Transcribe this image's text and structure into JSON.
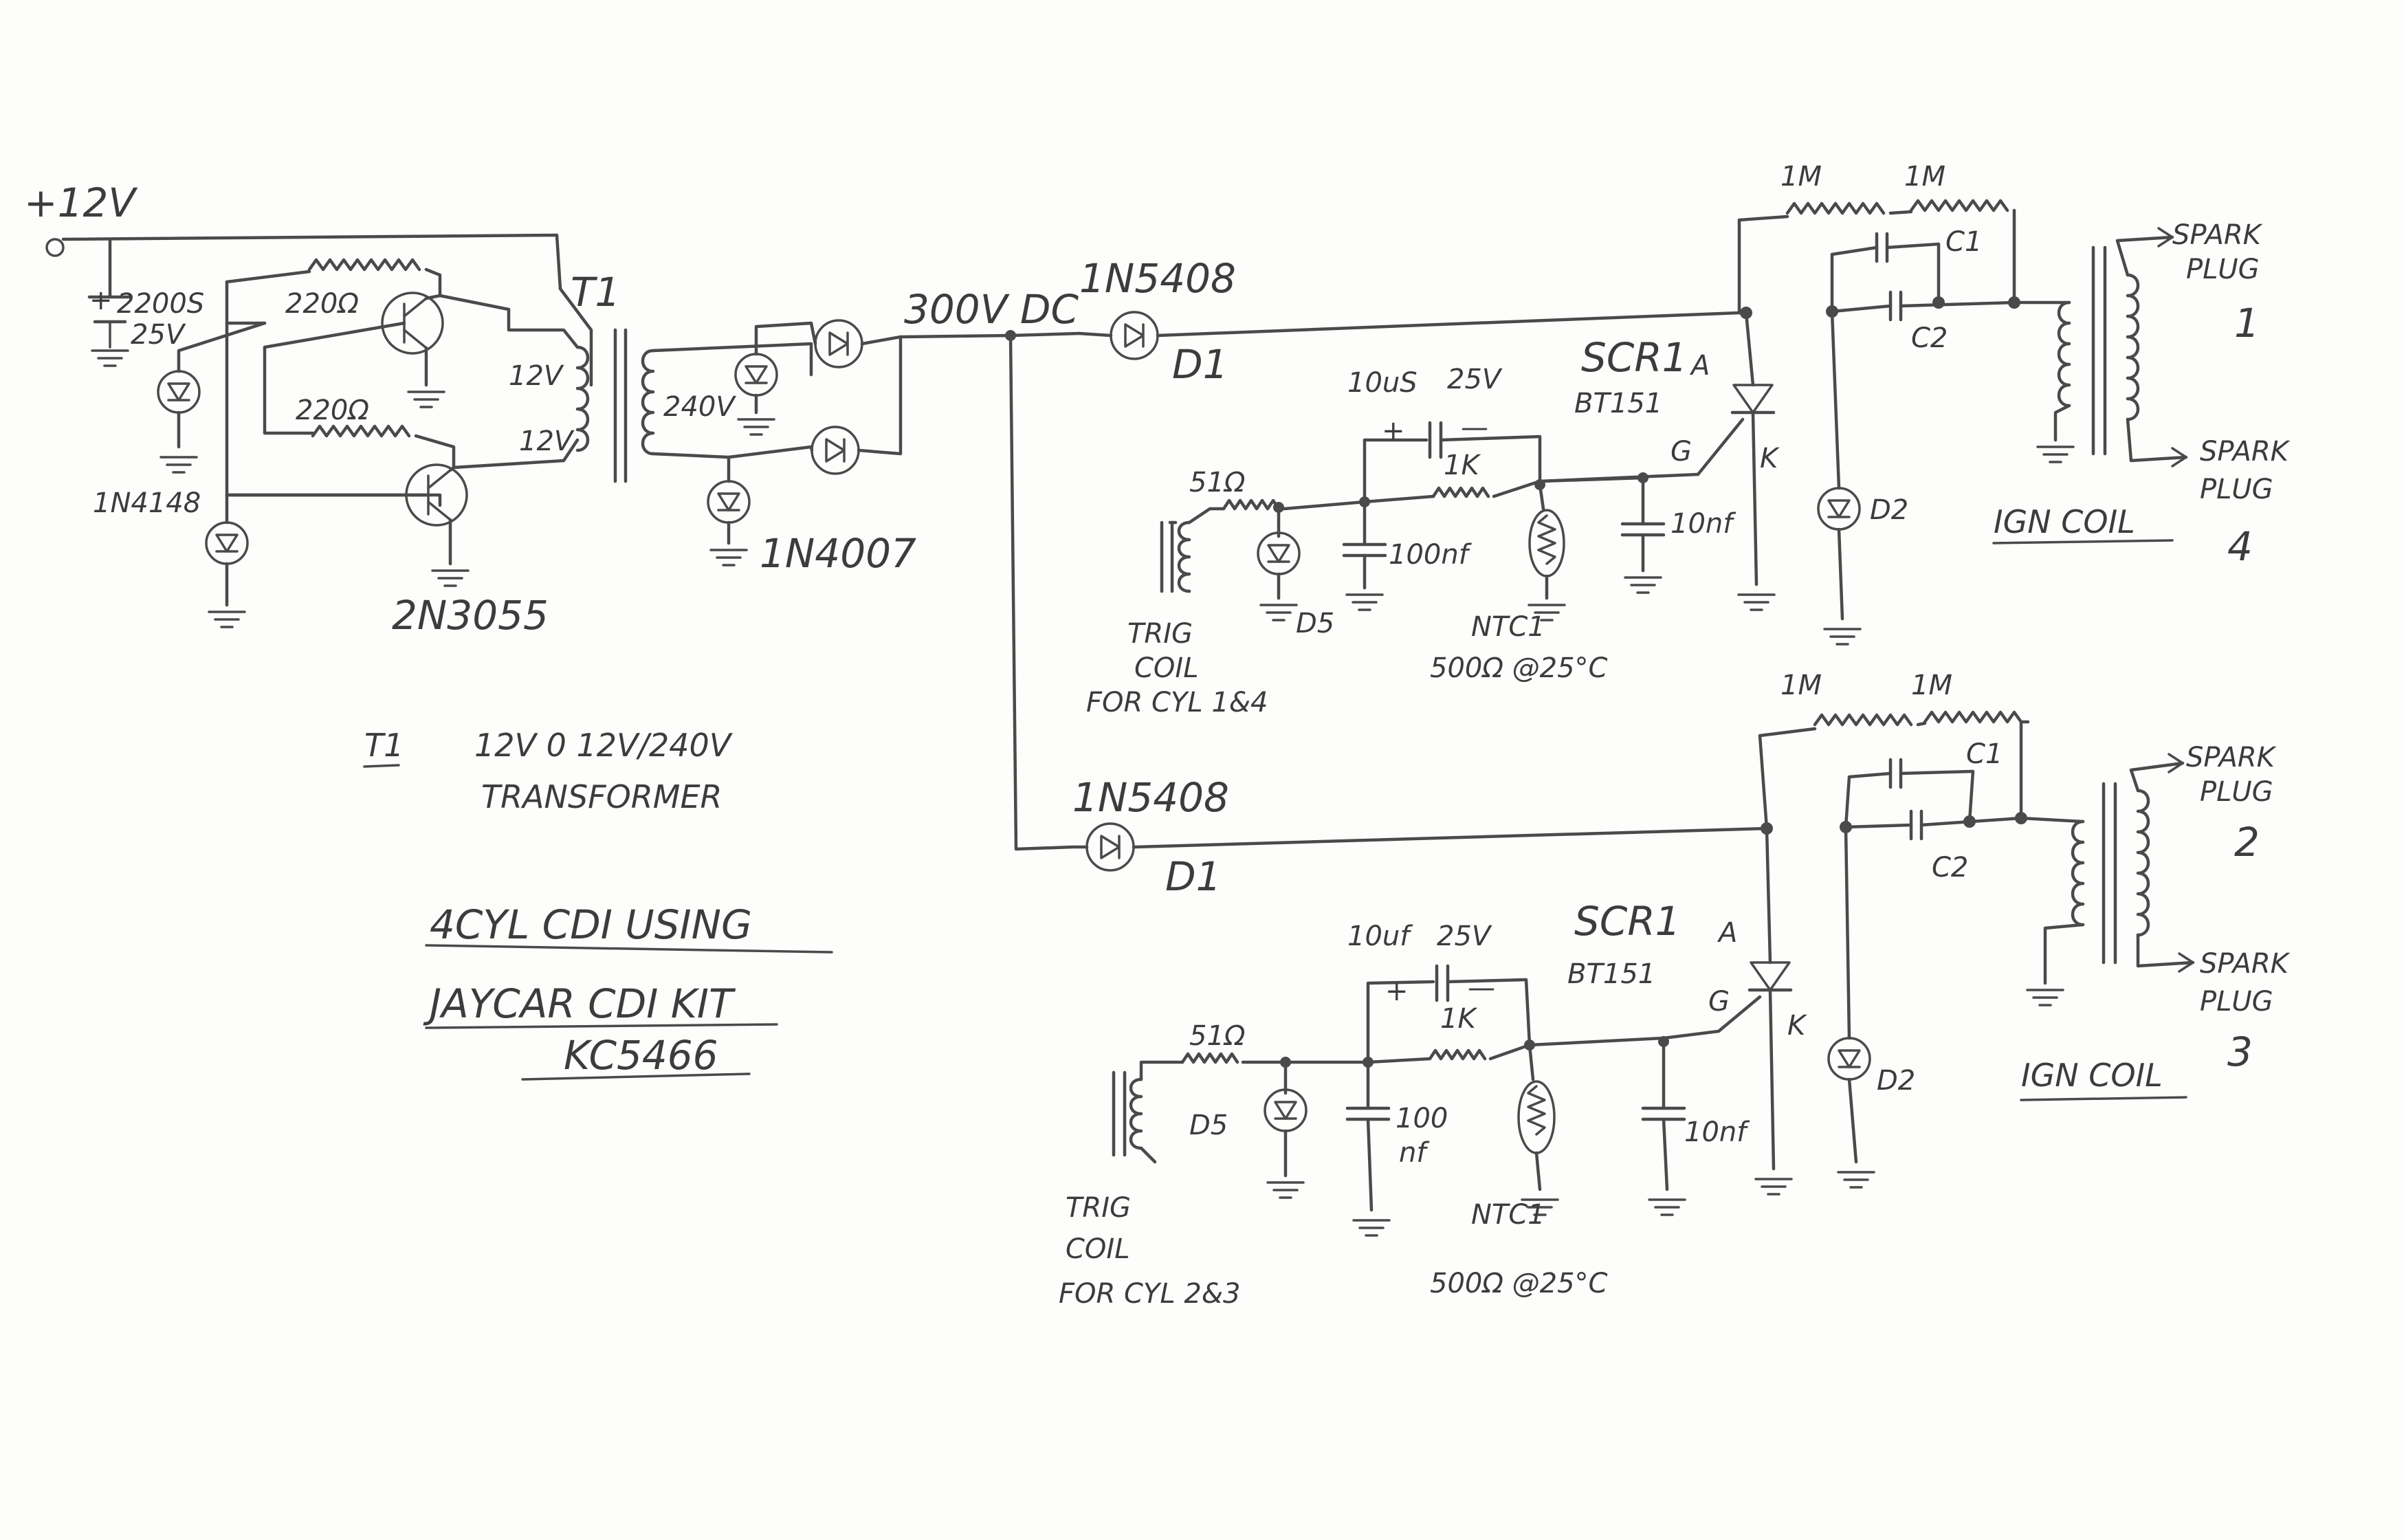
{
  "labels": {
    "supply": "+12V",
    "cap_2200": "2200S",
    "cap_2200_voltage": "25V",
    "plus": "+",
    "minus": "—",
    "res_220_top": "220Ω",
    "res_220_bottom": "220Ω",
    "diode_1n4148": "1N4148",
    "transistor": "2N3055",
    "t1": "T1",
    "v12_upper": "12V",
    "v12_lower": "12V",
    "v240": "240V",
    "diode_1n4007": "1N4007",
    "dc300": "300V DC",
    "diode_1n5408_top": "1N5408",
    "d1_top": "D1",
    "diode_1n5408_bottom": "1N5408",
    "d1_bottom": "D1",
    "cap_10uf_top": "10uS",
    "v25_top": "25V",
    "scr_top": "SCR1",
    "bt151_top": "BT151",
    "anode_top": "A",
    "gate_top": "G",
    "cathode_top": "K",
    "res_1k_top": "1K",
    "res_51_top": "51Ω",
    "cap_100nf_top": "100nf",
    "cap_10nf_top": "10nf",
    "d5_top": "D5",
    "d2_top": "D2",
    "ntc_top": "NTC1",
    "ntc_value_top": "500Ω @25°C",
    "trig_top": "TRIG",
    "coil_top": "COIL",
    "cyl_top": "FOR CYL 1&4",
    "res_1m_top_a": "1M",
    "res_1m_top_b": "1M",
    "c1_top": "C1",
    "c2_top": "C2",
    "spark_top_upper": "SPARK",
    "plug_top_upper": "PLUG",
    "cyl_1": "1",
    "spark_top_lower": "SPARK",
    "plug_top_lower": "PLUG",
    "cyl_4": "4",
    "ign_coil_top": "IGN COIL",
    "cap_10uf_bottom": "10uf",
    "v25_bottom": "25V",
    "scr_bottom": "SCR1",
    "bt151_bottom": "BT151",
    "anode_bottom": "A",
    "gate_bottom": "G",
    "cathode_bottom": "K",
    "res_1k_bottom": "1K",
    "res_51_bottom": "51Ω",
    "cap_100_bottom": "100",
    "cap_nf_bottom": "nf",
    "cap_10nf_bottom": "10nf",
    "d5_bottom": "D5",
    "d2_bottom": "D2",
    "ntc_bottom": "NTC1",
    "ntc_value_bottom": "500Ω @25°C",
    "trig_bottom": "TRIG",
    "coil_bottom": "COIL",
    "cyl_bottom": "FOR CYL 2&3",
    "res_1m_bottom_a": "1M",
    "res_1m_bottom_b": "1M",
    "c1_bottom": "C1",
    "c2_bottom": "C2",
    "spark_bottom_upper": "SPARK",
    "plug_bottom_upper": "PLUG",
    "cyl_2": "2",
    "spark_bottom_lower": "SPARK",
    "plug_bottom_lower": "PLUG",
    "cyl_3": "3",
    "ign_coil_bottom": "IGN COIL"
  },
  "notes": {
    "t1_designator": "T1",
    "t1_spec": "12V 0 12V/240V",
    "t1_type": "TRANSFORMER",
    "title_line1": "4CYL CDI USING",
    "title_line2": "JAYCAR CDI KIT",
    "title_line3": "KC5466"
  },
  "colors": {
    "ink": "#4a4a4a",
    "paper": "#fdfdfc"
  }
}
